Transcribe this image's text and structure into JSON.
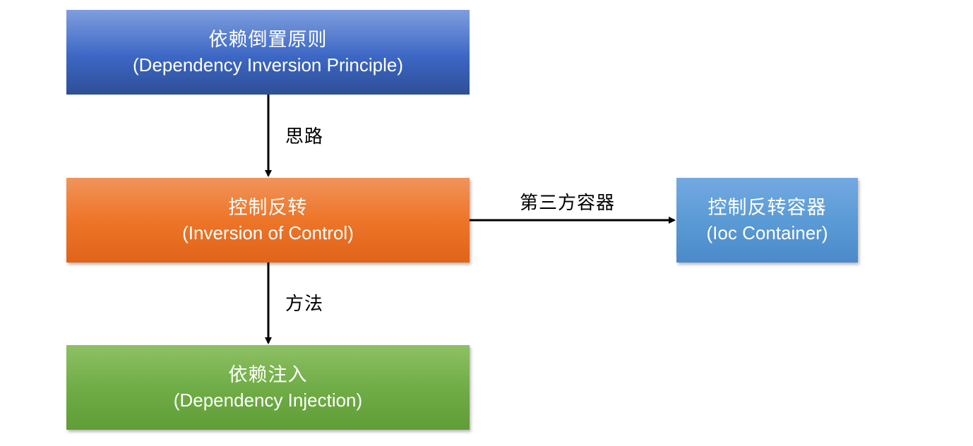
{
  "nodes": {
    "dip": {
      "zh": "依赖倒置原则",
      "en": "(Dependency Inversion Principle)"
    },
    "ioc": {
      "zh": "控制反转",
      "en": "(Inversion of Control)"
    },
    "di": {
      "zh": "依赖注入",
      "en": "(Dependency Injection)"
    },
    "container": {
      "zh": "控制反转容器",
      "en": "(Ioc Container)"
    }
  },
  "edges": {
    "dip_to_ioc": "思路",
    "ioc_to_di": "方法",
    "ioc_to_container": "第三方容器"
  },
  "colors": {
    "dip": "#4472C4",
    "ioc": "#ED7D31",
    "di": "#70AD47",
    "container": "#5B9BD5",
    "arrow": "#000000"
  }
}
